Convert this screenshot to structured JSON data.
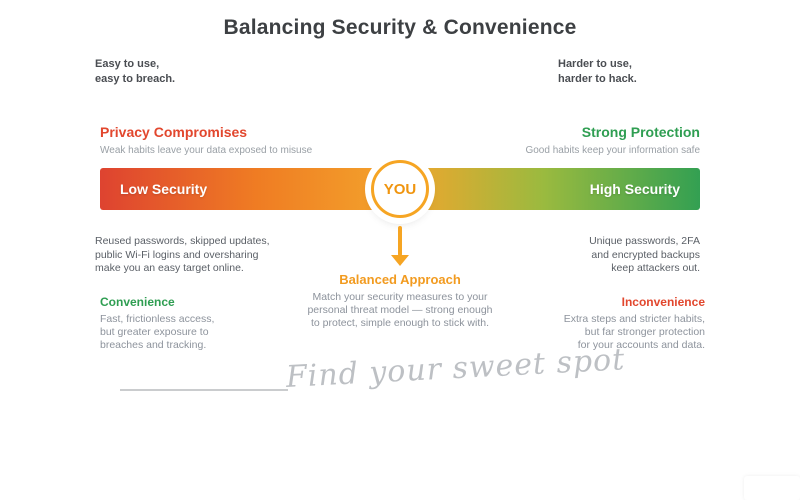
{
  "title": "Balancing Security & Convenience",
  "colors": {
    "risk_red": "#e2472e",
    "safe_green": "#2f9e52",
    "accent_orange": "#f29b20"
  },
  "intro_left": {
    "line1": "Easy to use,",
    "line2": "easy to breach."
  },
  "intro_right": {
    "line1": "Harder to use,",
    "line2": "harder to hack."
  },
  "spectrum": {
    "left_label": "Privacy Compromises",
    "left_sub": "Weak habits leave your data exposed to misuse",
    "right_label": "Strong Protection",
    "right_sub": "Good habits keep your information safe",
    "low_label": "Low Security",
    "high_label": "High Security",
    "you_label": "YOU"
  },
  "left_detail": {
    "lines": [
      "Reused passwords, skipped updates,",
      "public Wi-Fi logins and oversharing",
      "make you an easy target online."
    ]
  },
  "right_detail": {
    "lines": [
      "Unique passwords, 2FA",
      "and encrypted backups",
      "keep attackers out."
    ]
  },
  "balanced": {
    "label": "Balanced Approach",
    "lines": [
      "Match your security measures to your",
      "personal threat model — strong enough",
      "to protect, simple enough to stick with."
    ]
  },
  "convenience": {
    "label": "Convenience",
    "lines": [
      "Fast, frictionless access,",
      "but greater exposure to",
      "breaches and tracking."
    ]
  },
  "inconvenience": {
    "label": "Inconvenience",
    "lines": [
      "Extra steps and stricter habits,",
      "but far stronger protection",
      "for your accounts and data."
    ]
  },
  "signature": "Find your sweet spot"
}
